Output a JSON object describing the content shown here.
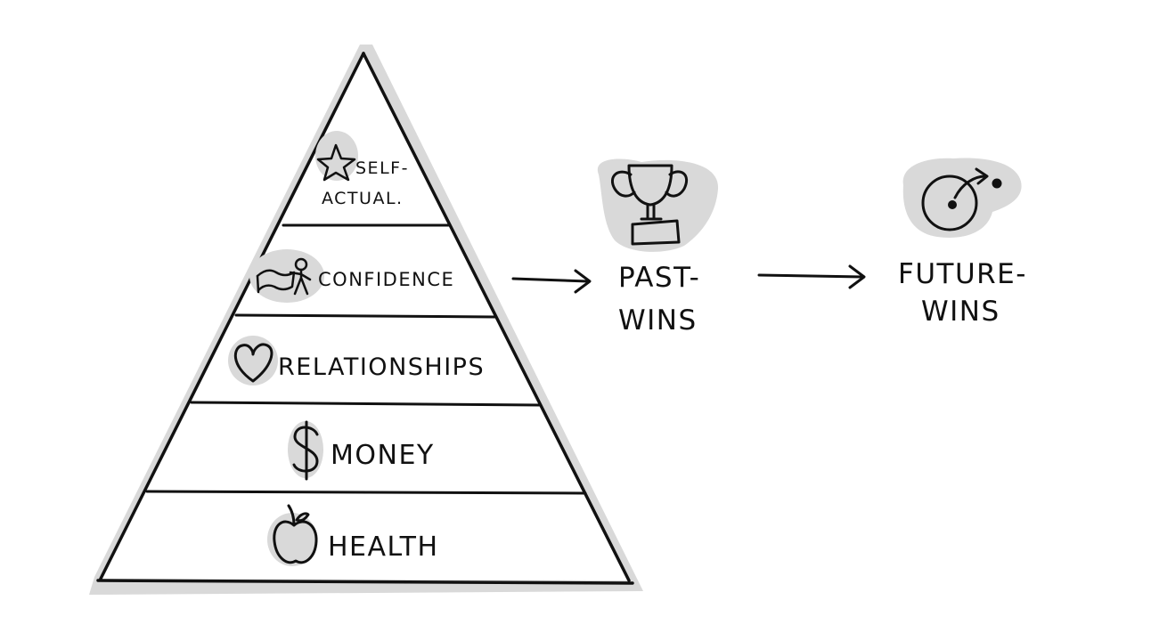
{
  "pyramid": {
    "levels": [
      {
        "line1": "SELF-",
        "line2": "ACTUAL.",
        "icon": "star-icon"
      },
      {
        "label": "CONFIDENCE",
        "icon": "flag-figure-icon"
      },
      {
        "label": "RELATIONSHIPS",
        "icon": "heart-icon"
      },
      {
        "label": "MONEY",
        "icon": "dollar-icon"
      },
      {
        "label": "HEALTH",
        "icon": "apple-icon"
      }
    ]
  },
  "past_wins": {
    "line1": "PAST-",
    "line2": "WINS",
    "icon": "trophy-icon"
  },
  "future_wins": {
    "line1": "FUTURE-",
    "line2": "WINS",
    "icon": "target-arrow-icon"
  },
  "colors": {
    "ink": "#111111",
    "shadow": "#d9d9d9",
    "background": "#ffffff"
  }
}
